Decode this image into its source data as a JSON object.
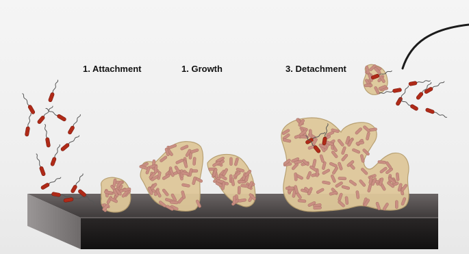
{
  "labels": {
    "attachment": "1. Attachment",
    "growth": "1. Growth",
    "detachment": "3. Detachment"
  },
  "colors": {
    "background": "#f5f5f5",
    "surface_top": "#5a5555",
    "surface_side": "#1c1a1a",
    "matrix_fill": "#dfc89a",
    "matrix_stroke": "#b59c6c",
    "bacteria_embedded": "#c98e82",
    "bacteria_free": "#b02a18",
    "flagellum": "#555555",
    "label_text": "#111111"
  }
}
